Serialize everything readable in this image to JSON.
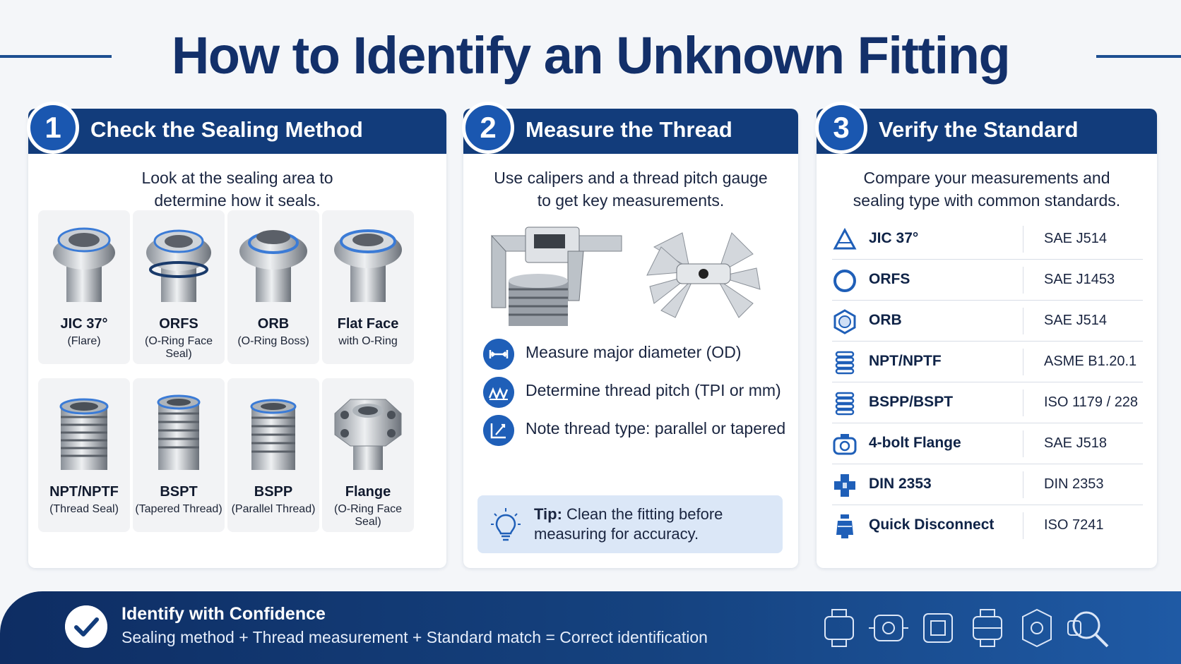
{
  "title": "How to Identify an Unknown Fitting",
  "panels": [
    {
      "number": "1",
      "title": "Check the Sealing Method",
      "desc_line1": "Look at the sealing area to",
      "desc_line2": "determine how it seals.",
      "fittings": [
        {
          "name": "JIC 37°",
          "sub": "(Flare)",
          "icon": "jic-fitting-photo"
        },
        {
          "name": "ORFS",
          "sub": "(O-Ring Face Seal)",
          "icon": "orfs-fitting-photo"
        },
        {
          "name": "ORB",
          "sub": "(O-Ring Boss)",
          "icon": "orb-fitting-photo"
        },
        {
          "name": "Flat Face",
          "sub": "with O-Ring",
          "icon": "flat-face-fitting-photo"
        },
        {
          "name": "NPT/NPTF",
          "sub": "(Thread Seal)",
          "icon": "npt-fitting-photo"
        },
        {
          "name": "BSPT",
          "sub": "(Tapered Thread)",
          "icon": "bspt-fitting-photo"
        },
        {
          "name": "BSPP",
          "sub": "(Parallel Thread)",
          "icon": "bspp-fitting-photo"
        },
        {
          "name": "Flange",
          "sub": "(O-Ring Face Seal)",
          "icon": "flange-fitting-photo"
        }
      ]
    },
    {
      "number": "2",
      "title": "Measure the Thread",
      "desc_line1": "Use calipers and a thread pitch gauge",
      "desc_line2": "to get key measurements.",
      "steps": [
        {
          "text": "Measure major diameter (OD)",
          "icon": "caliper-icon"
        },
        {
          "text": "Determine thread pitch (TPI or mm)",
          "icon": "thread-pitch-icon"
        },
        {
          "text": "Note thread type: parallel or tapered",
          "icon": "ruler-icon"
        }
      ],
      "tip_label": "Tip:",
      "tip_line1": "Clean the fitting before",
      "tip_line2": "measuring for accuracy."
    },
    {
      "number": "3",
      "title": "Verify the Standard",
      "desc_line1": "Compare your measurements and",
      "desc_line2": "sealing type with common standards.",
      "standards": [
        {
          "name": "JIC 37°",
          "standard": "SAE J514",
          "icon": "cone-icon"
        },
        {
          "name": "ORFS",
          "standard": "SAE J1453",
          "icon": "o-ring-icon"
        },
        {
          "name": "ORB",
          "standard": "SAE J514",
          "icon": "hex-boss-icon"
        },
        {
          "name": "NPT/NPTF",
          "standard": "ASME B1.20.1",
          "icon": "thread-icon"
        },
        {
          "name": "BSPP/BSPT",
          "standard": "ISO 1179 / 228",
          "icon": "thread-icon"
        },
        {
          "name": "4-bolt Flange",
          "standard": "SAE J518",
          "icon": "flange-icon"
        },
        {
          "name": "DIN 2353",
          "standard": "DIN 2353",
          "icon": "compression-fitting-icon"
        },
        {
          "name": "Quick Disconnect",
          "standard": "ISO 7241",
          "icon": "coupler-icon"
        }
      ]
    }
  ],
  "footer": {
    "title": "Identify with Confidence",
    "subtitle": "Sealing method + Thread measurement + Standard match = Correct identification",
    "icon": "check-icon"
  },
  "colors": {
    "navy": "#123c7b",
    "accent": "#1a57b0",
    "ring": "#3b7bd6"
  }
}
